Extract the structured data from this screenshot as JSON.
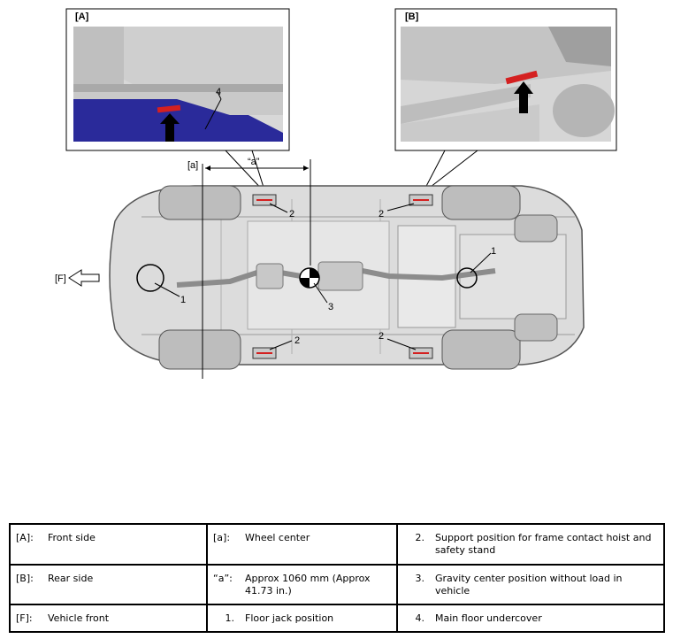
{
  "callouts": {
    "front_side_tag": "[A]",
    "rear_side_tag": "[B]",
    "wheel_center_tag": "[a]",
    "distance_tag": "“a”",
    "vehicle_front_tag": "[F]",
    "main_floor_undercover_num": "4",
    "floor_jack_num_front": "1",
    "floor_jack_num_rear": "1",
    "support_num_front_left": "2",
    "support_num_rear_left": "2",
    "support_num_front_right": "2",
    "support_num_rear_right": "2",
    "gravity_center_num": "3"
  },
  "legend": {
    "rows": [
      [
        {
          "code": "[A]:",
          "text": "Front side"
        },
        {
          "code": "[a]:",
          "text": "Wheel center"
        },
        {
          "code": "2.",
          "text": "Support position for frame contact hoist and safety stand"
        }
      ],
      [
        {
          "code": "[B]:",
          "text": "Rear side"
        },
        {
          "code": "“a”:",
          "text": "Approx 1060 mm (Approx 41.73 in.)"
        },
        {
          "code": "3.",
          "text": "Gravity center position without load in vehicle"
        }
      ],
      [
        {
          "code": "[F]:",
          "text": "Vehicle front"
        },
        {
          "code": "1.",
          "text": "Floor jack position"
        },
        {
          "code": "4.",
          "text": "Main floor undercover"
        }
      ]
    ]
  },
  "colors": {
    "support_marker": "#d42020",
    "undercover_blue": "#2a2a9a",
    "body_gray": "#d9d9d9",
    "tire_gray": "#bdbdbd"
  }
}
